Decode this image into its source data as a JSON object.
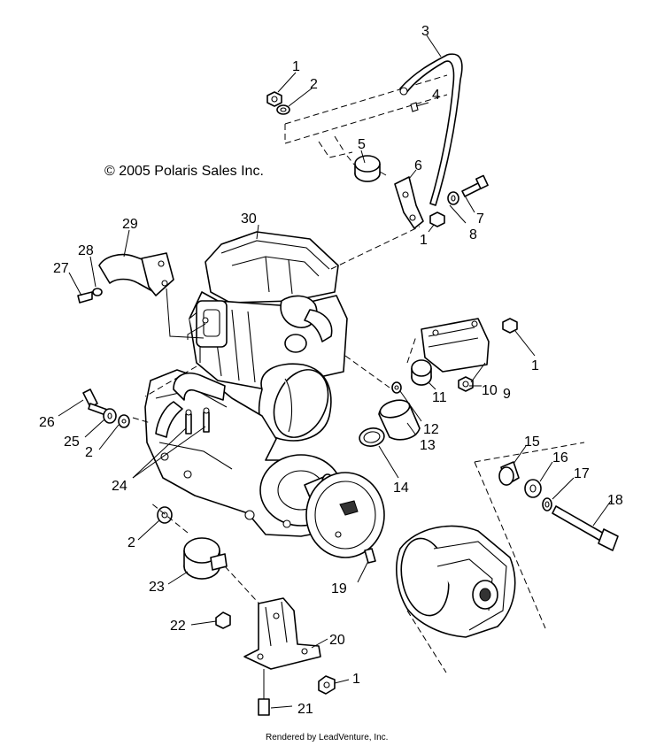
{
  "copyright": "© 2005 Polaris Sales Inc.",
  "footer": "Rendered by LeadVenture, Inc.",
  "callouts": [
    "1",
    "2",
    "3",
    "4",
    "5",
    "6",
    "7",
    "8",
    "1",
    "1",
    "9",
    "10",
    "11",
    "12",
    "13",
    "14",
    "15",
    "16",
    "17",
    "18",
    "19",
    "20",
    "1",
    "21",
    "22",
    "23",
    "2",
    "24",
    "2",
    "25",
    "26",
    "27",
    "28",
    "29",
    "30"
  ]
}
